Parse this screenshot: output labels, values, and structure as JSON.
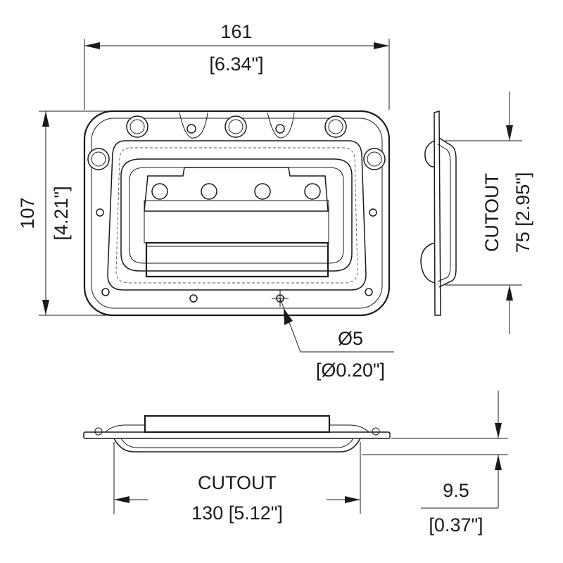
{
  "dimensions": {
    "overall_width_mm": "161",
    "overall_width_in": "[6.34\"]",
    "overall_height_mm": "107",
    "overall_height_in": "[4.21\"]",
    "hole_diameter_mm": "Ø5",
    "hole_diameter_in": "[Ø0.20\"]",
    "side_cutout_label": "CUTOUT",
    "side_cutout_value": "75 [2.95\"]",
    "bottom_cutout_label": "CUTOUT",
    "bottom_cutout_value": "130 [5.12\"]",
    "depth_mm": "9.5",
    "depth_in": "[0.37\"]"
  },
  "colors": {
    "line": "#1a1a1a",
    "background": "#ffffff"
  }
}
